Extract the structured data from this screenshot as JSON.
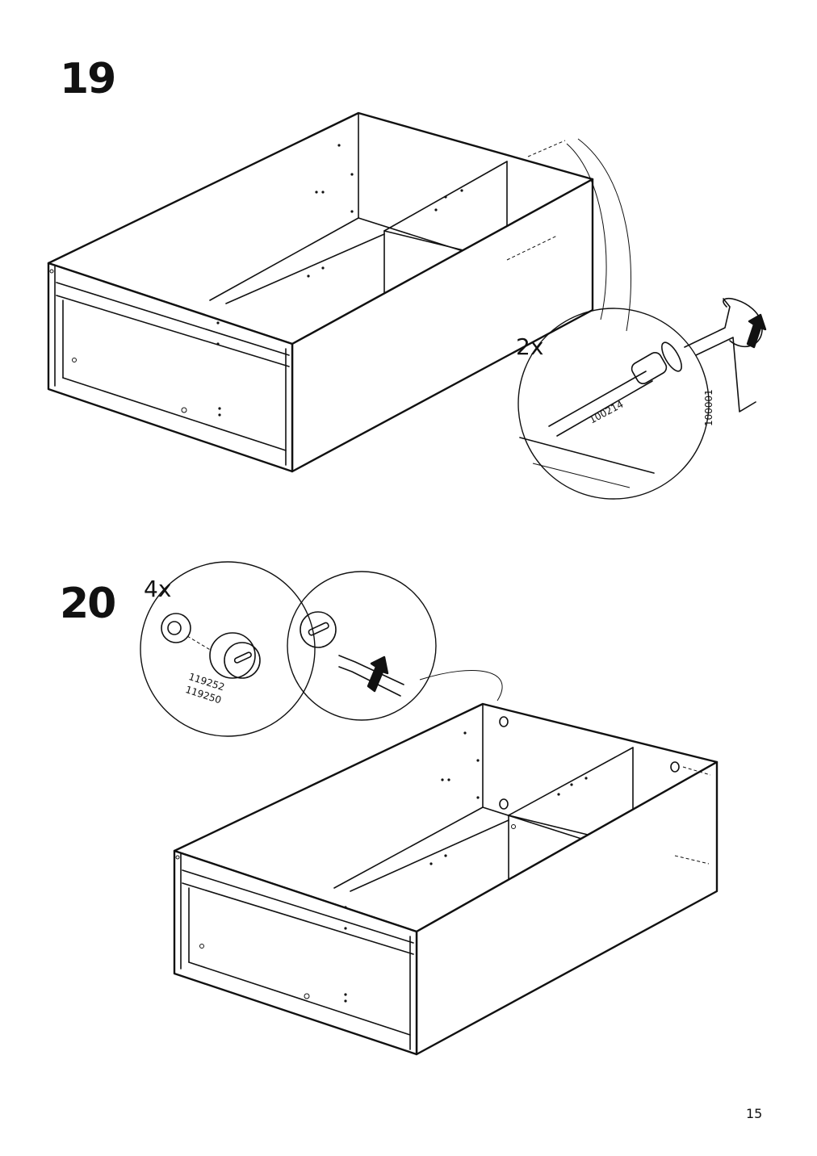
{
  "steps": [
    {
      "number": "19",
      "quantity": "2x",
      "parts": [
        "100214",
        "100001"
      ]
    },
    {
      "number": "20",
      "quantity": "4x",
      "parts": [
        "119252",
        "119250"
      ]
    }
  ],
  "page_number": "15"
}
